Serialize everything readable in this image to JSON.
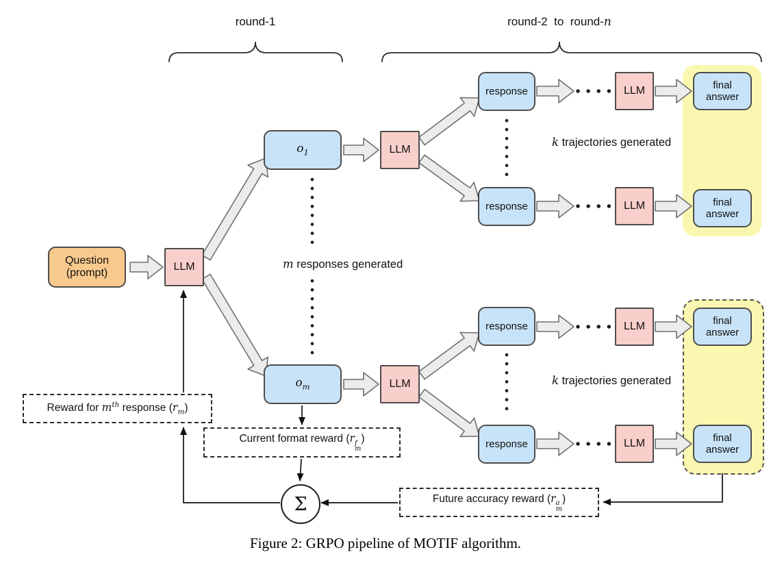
{
  "diagram": {
    "round1_label": "round-1",
    "round2_label": {
      "text": "round-2  to  round-",
      "n": "n"
    },
    "question": {
      "line1": "Question",
      "line2": "(prompt)"
    },
    "llm_label": "LLM",
    "o1": {
      "base": "o",
      "sub": "1"
    },
    "om": {
      "base": "o",
      "sub": "m"
    },
    "response_label": "response",
    "final_answer_label": "final answer",
    "m_responses": {
      "m": "m",
      "text": " responses generated"
    },
    "k_trajectories_top": {
      "k": "k",
      "text": " trajectories generated"
    },
    "k_trajectories_bottom": {
      "k": "k",
      "text": " trajectories generated"
    },
    "sigma": "Σ",
    "reward_m": {
      "t1": "Reward for ",
      "m": "m",
      "sup": "th",
      "t2": " response (",
      "r": "r",
      "sub": "m",
      "t3": ")"
    },
    "format_reward": {
      "t1": "Current format reward (",
      "r": "r",
      "sup": "f",
      "sub": "m",
      "t2": ")"
    },
    "accuracy_reward": {
      "t1": "Future accuracy reward (",
      "r": "r",
      "sup": "a",
      "sub": "m",
      "t2": ")"
    }
  },
  "caption": "Figure 2: GRPO pipeline of MOTIF algorithm.",
  "colors": {
    "question_fill": "#F8C98C",
    "llm_fill": "#F9CFCB",
    "response_fill": "#C8E3F8",
    "highlight_fill": "#FAF8B0",
    "arrow_fill": "#ECECEC",
    "arrow_stroke": "#6f6f6f"
  }
}
